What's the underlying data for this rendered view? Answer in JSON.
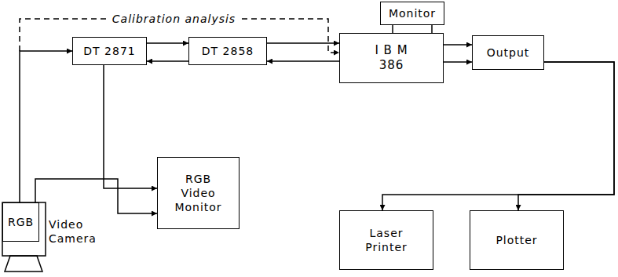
{
  "diagram": {
    "nodes": [
      {
        "text": [
          "DT 2871"
        ]
      },
      {
        "text": [
          "DT 2858"
        ]
      },
      {
        "text": [
          "Monitor"
        ]
      },
      {
        "text": [
          "I B M 386"
        ]
      },
      {
        "text": [
          "Output"
        ]
      },
      {
        "text": [
          "RGB",
          "Video Camera"
        ]
      },
      {
        "text": [
          "RGB Video Monitor"
        ]
      },
      {
        "text": [
          "Laser Printer"
        ]
      },
      {
        "text": [
          "Plotter"
        ]
      }
    ],
    "edges": [
      {
        "from": 5,
        "to": 0,
        "arrow": "to"
      },
      {
        "from": 0,
        "to": 1,
        "arrow": "to"
      },
      {
        "from": 1,
        "to": 0,
        "arrow": "to"
      },
      {
        "from": 1,
        "to": 3,
        "arrow": "to"
      },
      {
        "from": 3,
        "to": 1,
        "arrow": "to"
      },
      {
        "from": 3,
        "to": 4,
        "arrow": "to"
      },
      {
        "from": 3,
        "to": 4,
        "arrow": "to"
      },
      {
        "from": 2,
        "to": 3,
        "arrow": "none"
      },
      {
        "from": 2,
        "to": 3,
        "arrow": "none"
      },
      {
        "from": 0,
        "to": 6,
        "arrow": "to"
      },
      {
        "from": 5,
        "to": 6,
        "arrow": "to"
      },
      {
        "from": 5,
        "to": 3,
        "label": "Calibration analysis",
        "arrow": "to"
      },
      {
        "from": 4,
        "to": 7,
        "arrow": "to"
      },
      {
        "from": 4,
        "to": 8,
        "arrow": "to"
      }
    ]
  }
}
